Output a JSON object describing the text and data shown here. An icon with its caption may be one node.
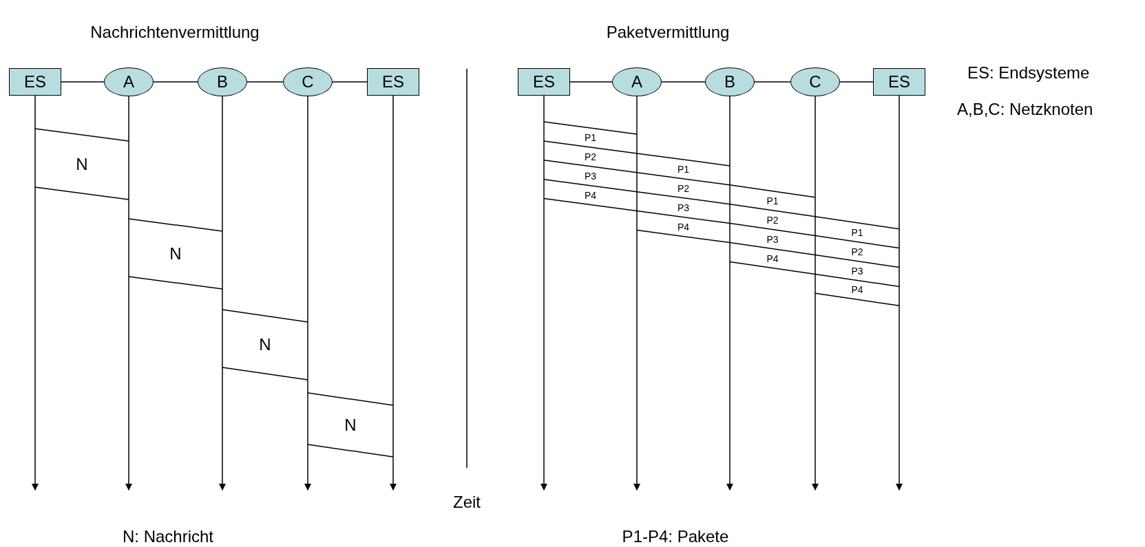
{
  "diagram": {
    "nodes": [
      {
        "text": [
          "ES"
        ]
      },
      {
        "text": [
          "A"
        ]
      },
      {
        "text": [
          "B"
        ]
      },
      {
        "text": [
          "C"
        ]
      },
      {
        "text": [
          "ES"
        ]
      },
      {
        "text": [
          "ES"
        ]
      },
      {
        "text": [
          "A"
        ]
      },
      {
        "text": [
          "B"
        ]
      },
      {
        "text": [
          "C"
        ]
      },
      {
        "text": [
          "ES"
        ]
      }
    ],
    "edges": [
      {
        "from": 0,
        "to": 1,
        "arrow": "none"
      },
      {
        "from": 1,
        "to": 2,
        "arrow": "none"
      },
      {
        "from": 2,
        "to": 3,
        "arrow": "none"
      },
      {
        "from": 3,
        "to": 4,
        "arrow": "none"
      },
      {
        "from": 5,
        "to": 6,
        "arrow": "none"
      },
      {
        "from": 6,
        "to": 7,
        "arrow": "none"
      },
      {
        "from": 7,
        "to": 8,
        "arrow": "none"
      },
      {
        "from": 8,
        "to": 9,
        "arrow": "none"
      },
      {
        "from": 0,
        "to": null,
        "arrow": "to"
      },
      {
        "from": 1,
        "to": null,
        "arrow": "to"
      },
      {
        "from": 2,
        "to": null,
        "arrow": "to"
      },
      {
        "from": 3,
        "to": null,
        "arrow": "to"
      },
      {
        "from": 4,
        "to": null,
        "arrow": "to"
      },
      {
        "from": 5,
        "to": null,
        "arrow": "to"
      },
      {
        "from": 6,
        "to": null,
        "arrow": "to"
      },
      {
        "from": 7,
        "to": null,
        "arrow": "to"
      },
      {
        "from": 8,
        "to": null,
        "arrow": "to"
      },
      {
        "from": 9,
        "to": null,
        "arrow": "to"
      }
    ],
    "labels": [
      "Nachrichtenvermittlung",
      "Paketvermittlung",
      "ES: Endsysteme",
      "A,B,C: Netzknoten",
      "N",
      "N",
      "N",
      "N",
      "P1",
      "P2",
      "P3",
      "P4",
      "P1",
      "P2",
      "P3",
      "P4",
      "P1",
      "P2",
      "P3",
      "P4",
      "P1",
      "P2",
      "P3",
      "P4",
      "Zeit",
      "N: Nachricht",
      "P1-P4: Pakete"
    ]
  }
}
